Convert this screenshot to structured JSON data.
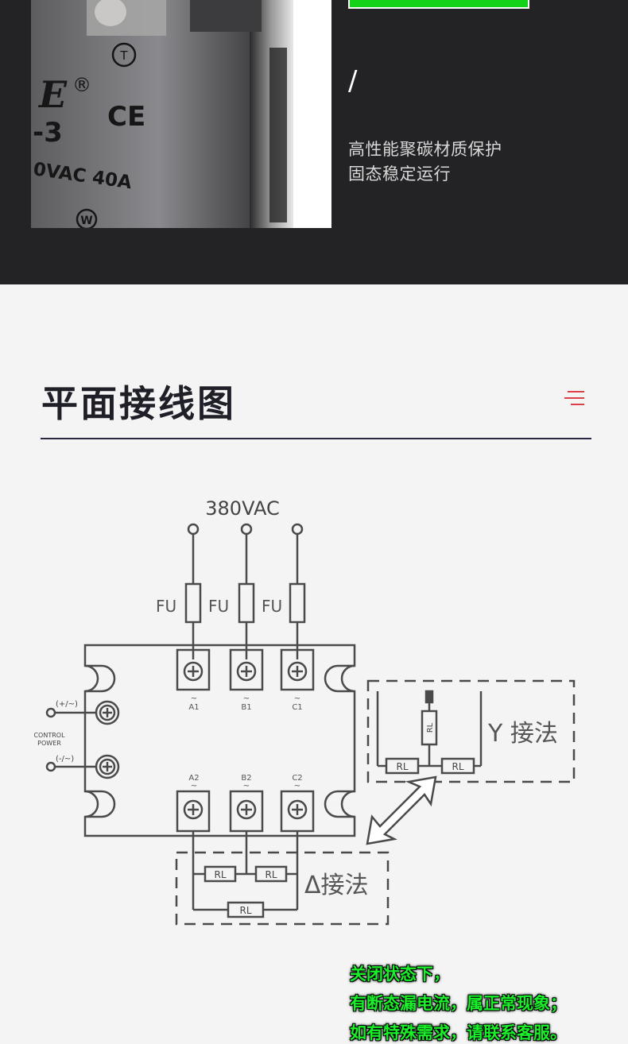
{
  "colors": {
    "dark_panel": "#232224",
    "accent_green": "#1af02a",
    "title": "#1f1f28",
    "menu_accent": "#e0404a"
  },
  "top": {
    "relay_label": {
      "brand_partial": "E",
      "registered": "®",
      "model_partial": "-3",
      "rating_partial": "0VAC 40A",
      "ce": "CE",
      "t_mark": "T"
    },
    "slash": "/",
    "features": [
      "高性能聚碳材质保护",
      "固态稳定运行"
    ]
  },
  "section": {
    "title": "平面接线图"
  },
  "diagram": {
    "supply": "380VAC",
    "fuse_label": "FU",
    "top_terminals": [
      "A1",
      "B1",
      "C1"
    ],
    "bottom_terminals": [
      "A2",
      "B2",
      "C2"
    ],
    "control_label": [
      "CONTROL",
      "POWER"
    ],
    "control_plus": "(+/~)",
    "control_minus": "(-/~)",
    "load_label": "RL",
    "y_label": "Y 接法",
    "delta_label": "Δ接法"
  },
  "note": {
    "lines": [
      "关闭状态下，",
      "有断态漏电流，属正常现象；",
      "如有特殊需求，请联系客服。"
    ]
  }
}
